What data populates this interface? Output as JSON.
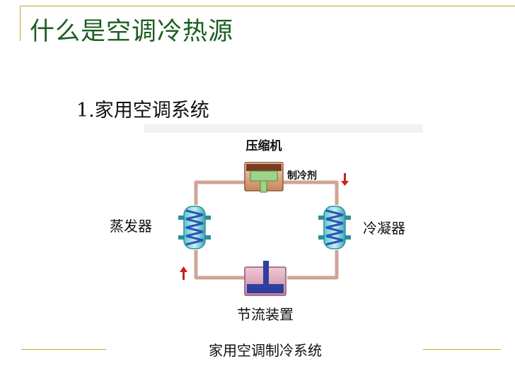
{
  "slide": {
    "title": "什么是空调冷热源",
    "subheading": "1.家用空调系统"
  },
  "diagram": {
    "compressor_label": "压缩机",
    "refrigerant_label": "制冷剂",
    "evaporator_label": "蒸发器",
    "condenser_label": "冷凝器",
    "expansion_label": "节流装置",
    "caption": "家用空调制冷系统"
  },
  "colors": {
    "title": "#1b5e20",
    "accent_rule": "#c9a532",
    "pipe": "#cfa497",
    "flow_arrow": "#cc1f1f",
    "coil": "#2c55b3"
  }
}
